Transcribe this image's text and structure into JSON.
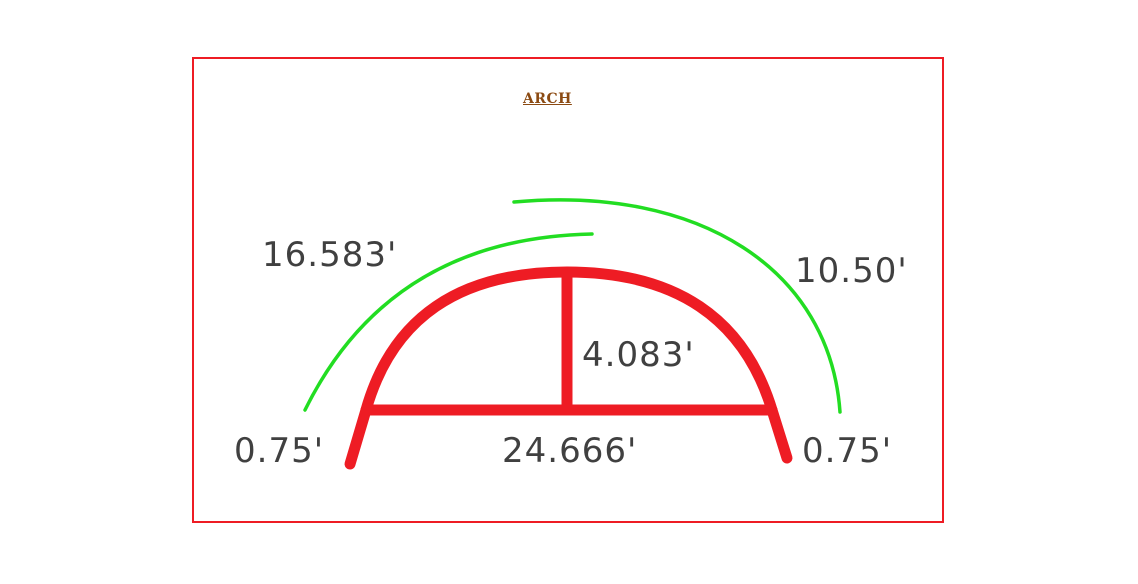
{
  "title": "ARCH",
  "colors": {
    "frame": "#ee1c24",
    "arch": "#ee1c24",
    "dimension_arc": "#22dd22",
    "title": "#8b4a12",
    "dimension_text": "#404040"
  },
  "dimensions": {
    "outer_arc_left": "16.583'",
    "outer_arc_right": "10.50'",
    "rise": "4.083'",
    "span": "24.666'",
    "left_leg": "0.75'",
    "right_leg": "0.75'"
  }
}
